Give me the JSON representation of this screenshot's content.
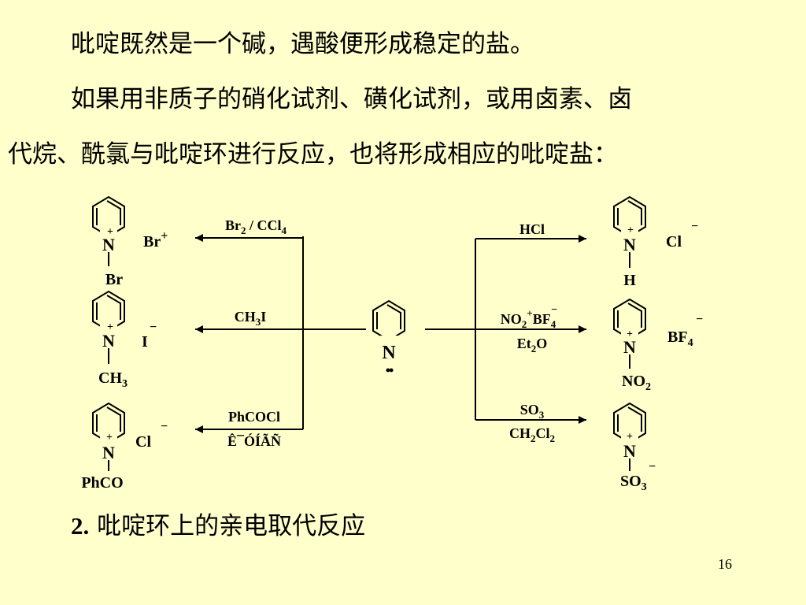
{
  "slide": {
    "paragraph_1": "吡啶既然是一个碱，遇酸便形成稳定的盐。",
    "paragraph_2_line_1": "如果用非质子的硝化试剂、磺化试剂，或用卤素、卤",
    "paragraph_2_line_2": "代烷、酰氯与吡啶环进行反应，也将形成相应的吡啶盐：",
    "section_number": "2.",
    "section_title": " 吡啶环上的亲电取代反应",
    "slide_number": "16"
  },
  "scheme": {
    "reactant": {
      "atom": "N",
      "lone_pair": "••"
    },
    "left_reactions": [
      {
        "reagent_main": "Br",
        "reagent_sub": "2",
        "reagent_rest": " / CCl",
        "reagent_sub2": "4",
        "product_ring_atom": "N",
        "product_ring_charge": "+",
        "counter_ion": "Br",
        "counter_charge": "+",
        "substituent": "Br",
        "substituent_sub": ""
      },
      {
        "reagent_main": "CH",
        "reagent_sub": "3",
        "reagent_rest": "I",
        "reagent_sub2": "",
        "product_ring_atom": "N",
        "product_ring_charge": "+",
        "counter_ion": "I",
        "counter_charge": "−",
        "substituent": "CH",
        "substituent_sub": "3"
      },
      {
        "reagent_main": "PhCOCl",
        "reagent_below": "Ê¯ÓÍÃÑ",
        "product_ring_atom": "N",
        "product_ring_charge": "+",
        "counter_ion": "Cl",
        "counter_charge": "−",
        "substituent": "PhCO",
        "substituent_sub": ""
      }
    ],
    "right_reactions": [
      {
        "reagent_main": "HCl",
        "product_ring_atom": "N",
        "product_ring_charge": "+",
        "counter_ion": "Cl",
        "counter_charge": "−",
        "substituent": "H",
        "substituent_sub": ""
      },
      {
        "reagent_main": "NO",
        "reagent_sub": "2",
        "reagent_sup": "+",
        "reagent_rest": "BF",
        "reagent_sub2": "4",
        "reagent_sup2": "−",
        "reagent_below_main": "Et",
        "reagent_below_sub": "2",
        "reagent_below_rest": "O",
        "product_ring_atom": "N",
        "product_ring_charge": "+",
        "counter_ion": "BF",
        "counter_ion_sub": "4",
        "counter_charge": "−",
        "substituent": "NO",
        "substituent_sub": "2"
      },
      {
        "reagent_main": "SO",
        "reagent_sub": "3",
        "reagent_below_main": "CH",
        "reagent_below_sub": "2",
        "reagent_below_rest": "Cl",
        "reagent_below_sub2": "2",
        "product_ring_atom": "N",
        "product_ring_charge": "+",
        "counter_ion": "",
        "counter_charge": "",
        "substituent": "SO",
        "substituent_sub": "3",
        "substituent_charge": "−"
      }
    ]
  }
}
